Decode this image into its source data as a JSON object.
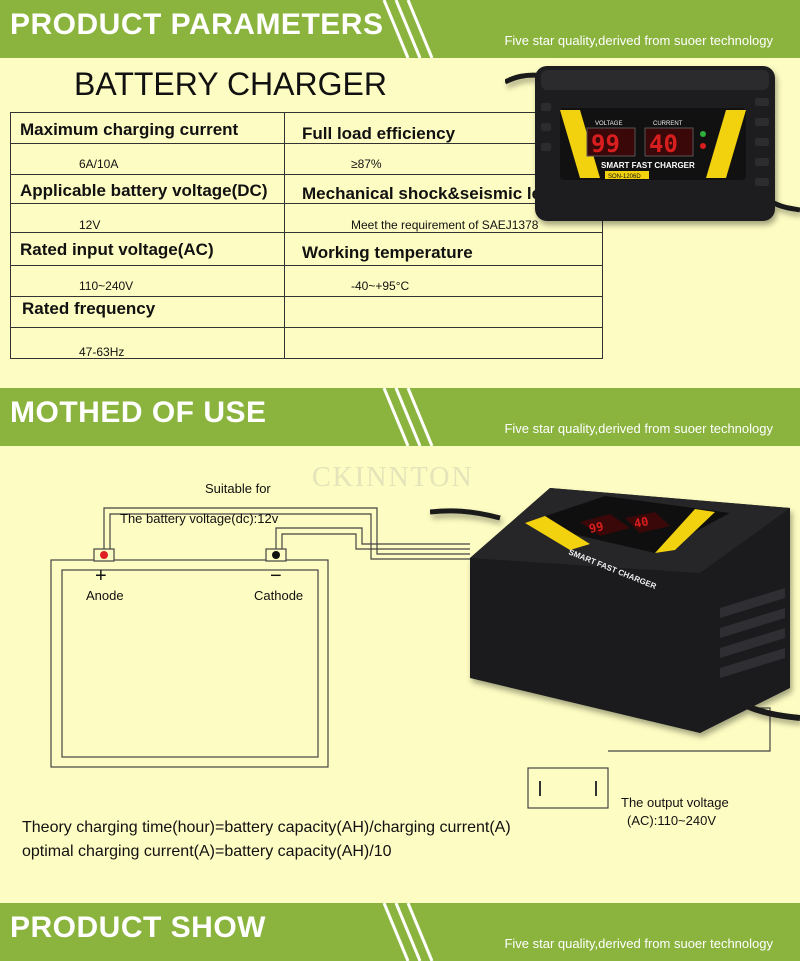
{
  "banners": [
    {
      "title": "PRODUCT PARAMETERS",
      "subtitle": "Five star quality,derived from suoer technology"
    },
    {
      "title": "MOTHED OF USE",
      "subtitle": "Five star quality,derived from suoer technology"
    },
    {
      "title": "PRODUCT SHOW",
      "subtitle": "Five star quality,derived from suoer technology"
    }
  ],
  "product_title": "BATTERY CHARGER",
  "specs": [
    {
      "label": "Maximum charging current",
      "value": "6A/10A"
    },
    {
      "label": "Full load efficiency",
      "value": "≥87%"
    },
    {
      "label": "Applicable battery voltage(DC)",
      "value": "12V"
    },
    {
      "label": "Mechanical shock&seismic levels",
      "value": "Meet the requirement of SAEJ1378"
    },
    {
      "label": "Rated input voltage(AC)",
      "value": "110~240V"
    },
    {
      "label": "Working temperature",
      "value": "-40~+95°C"
    },
    {
      "label": "Rated frequency",
      "value": "47-63Hz"
    }
  ],
  "charger_display": {
    "voltage_label": "VOLTAGE",
    "current_label": "CURRENT",
    "voltage_value": "99",
    "current_value": "40",
    "brand_text": "SMART FAST CHARGER",
    "model": "SON-1206D",
    "display_color": "#d81e1e",
    "stripe_color": "#f2d10e"
  },
  "diagram": {
    "watermark": "CKINNTON",
    "suitable_for": "Suitable for",
    "battery_voltage": "The battery voltage(dc):12v",
    "anode_symbol": "+",
    "anode_label": "Anode",
    "cathode_symbol": "−",
    "cathode_label": "Cathode",
    "output_voltage_line1": "The output voltage",
    "output_voltage_line2": "(AC):110~240V"
  },
  "formulas": [
    "Theory charging time(hour)=battery capacity(AH)/charging current(A)",
    "optimal charging current(A)=battery capacity(AH)/10"
  ],
  "colors": {
    "banner": "#8bb43e",
    "background": "#fdfcc2",
    "anode_dot": "#e02020"
  }
}
